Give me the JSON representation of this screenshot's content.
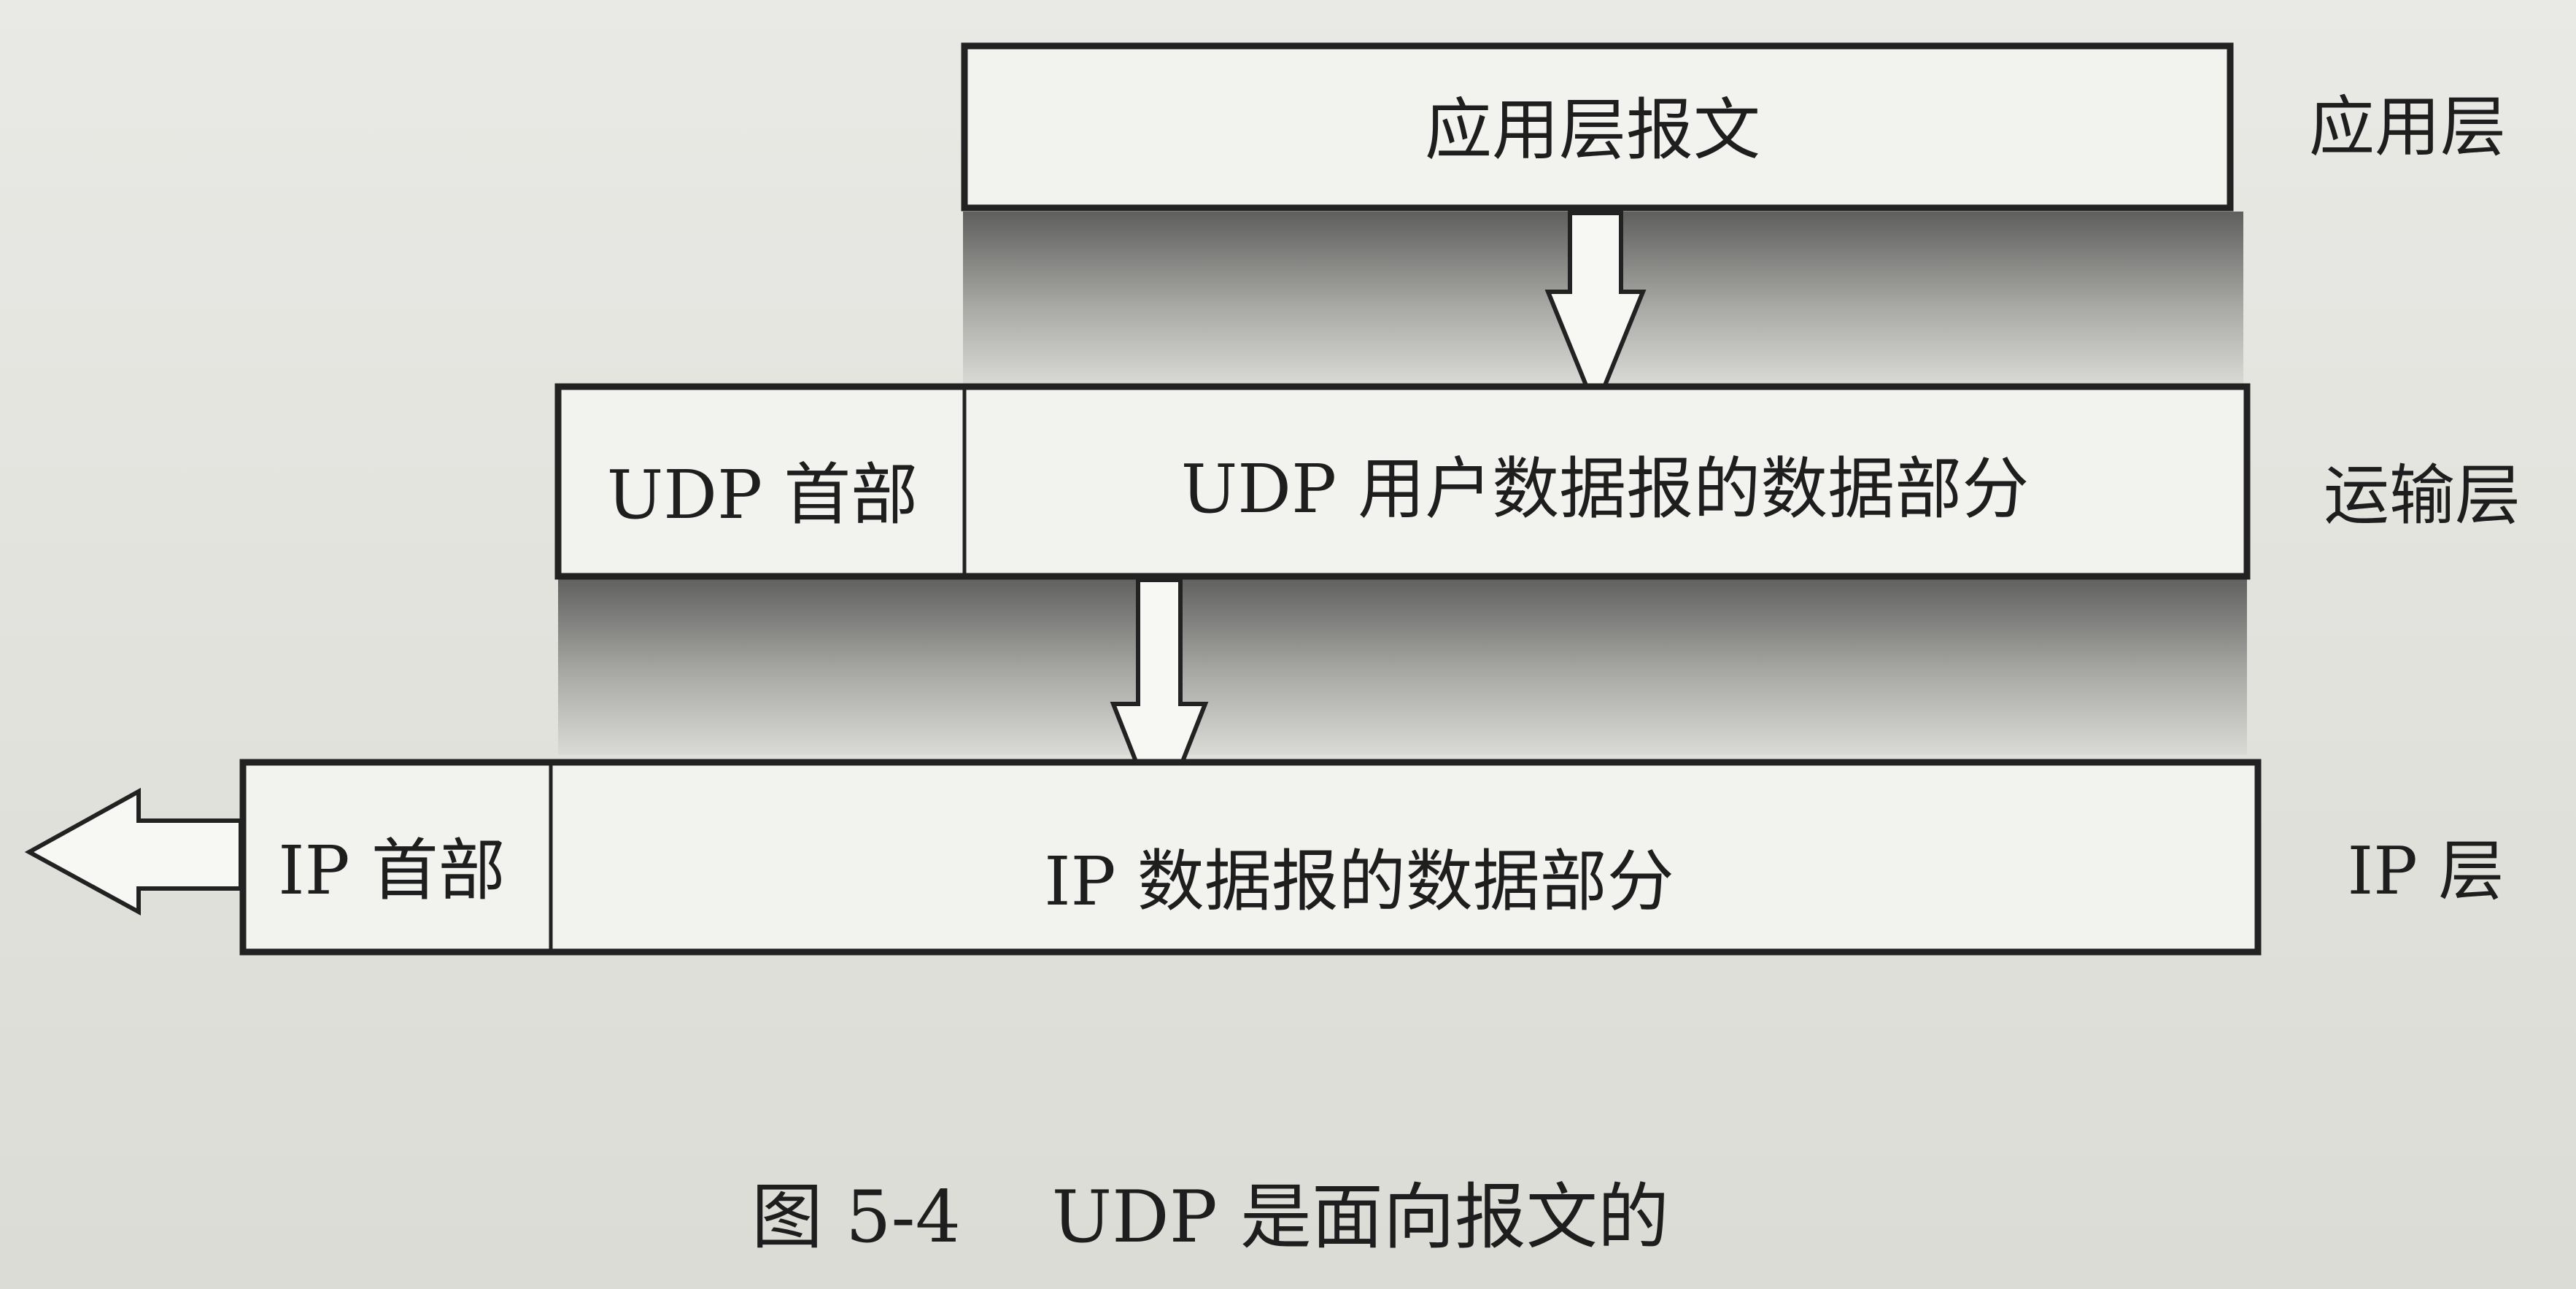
{
  "layers": {
    "application": {
      "name": "应用层",
      "box_label": "应用层报文"
    },
    "transport": {
      "name": "运输层",
      "header_label": "UDP 首部",
      "payload_label": "UDP 用户数据报的数据部分"
    },
    "ip": {
      "name": "IP 层",
      "header_label": "IP 首部",
      "payload_label": "IP 数据报的数据部分"
    }
  },
  "caption": "图 5-4    UDP 是面向报文的"
}
